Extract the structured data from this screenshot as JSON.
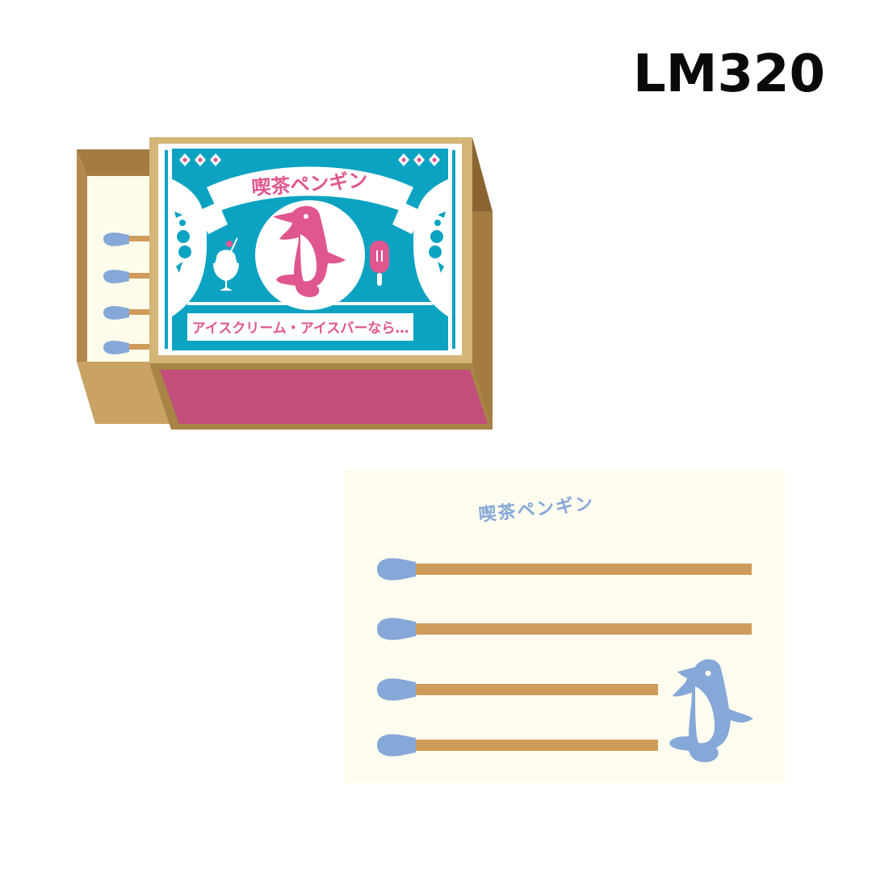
{
  "product": {
    "code": "LM320"
  },
  "matchbox": {
    "brand_title": "喫茶ペンギン",
    "tagline": "アイスクリーム・アイスバーなら…",
    "match_count": 4,
    "icons": [
      "penguin-icon",
      "parfait-icon",
      "ice-bar-icon",
      "diamond-ornament-icon",
      "rose-ornament-icon"
    ],
    "colors": {
      "label_teal": "#0ca3c2",
      "accent_pink": "#e0568f",
      "striker_pink": "#c24e7b",
      "cardboard": "#d4b477",
      "cardboard_shadow": "#a47c42",
      "match_head_blue": "#86a8d8",
      "match_stick": "#cf9b5a"
    }
  },
  "notecard": {
    "title": "喫茶ペンギン",
    "lines": [
      {
        "length": "long"
      },
      {
        "length": "long"
      },
      {
        "length": "short"
      },
      {
        "length": "short"
      }
    ],
    "background": "#fdfcee",
    "ink": "#86a8d8"
  }
}
